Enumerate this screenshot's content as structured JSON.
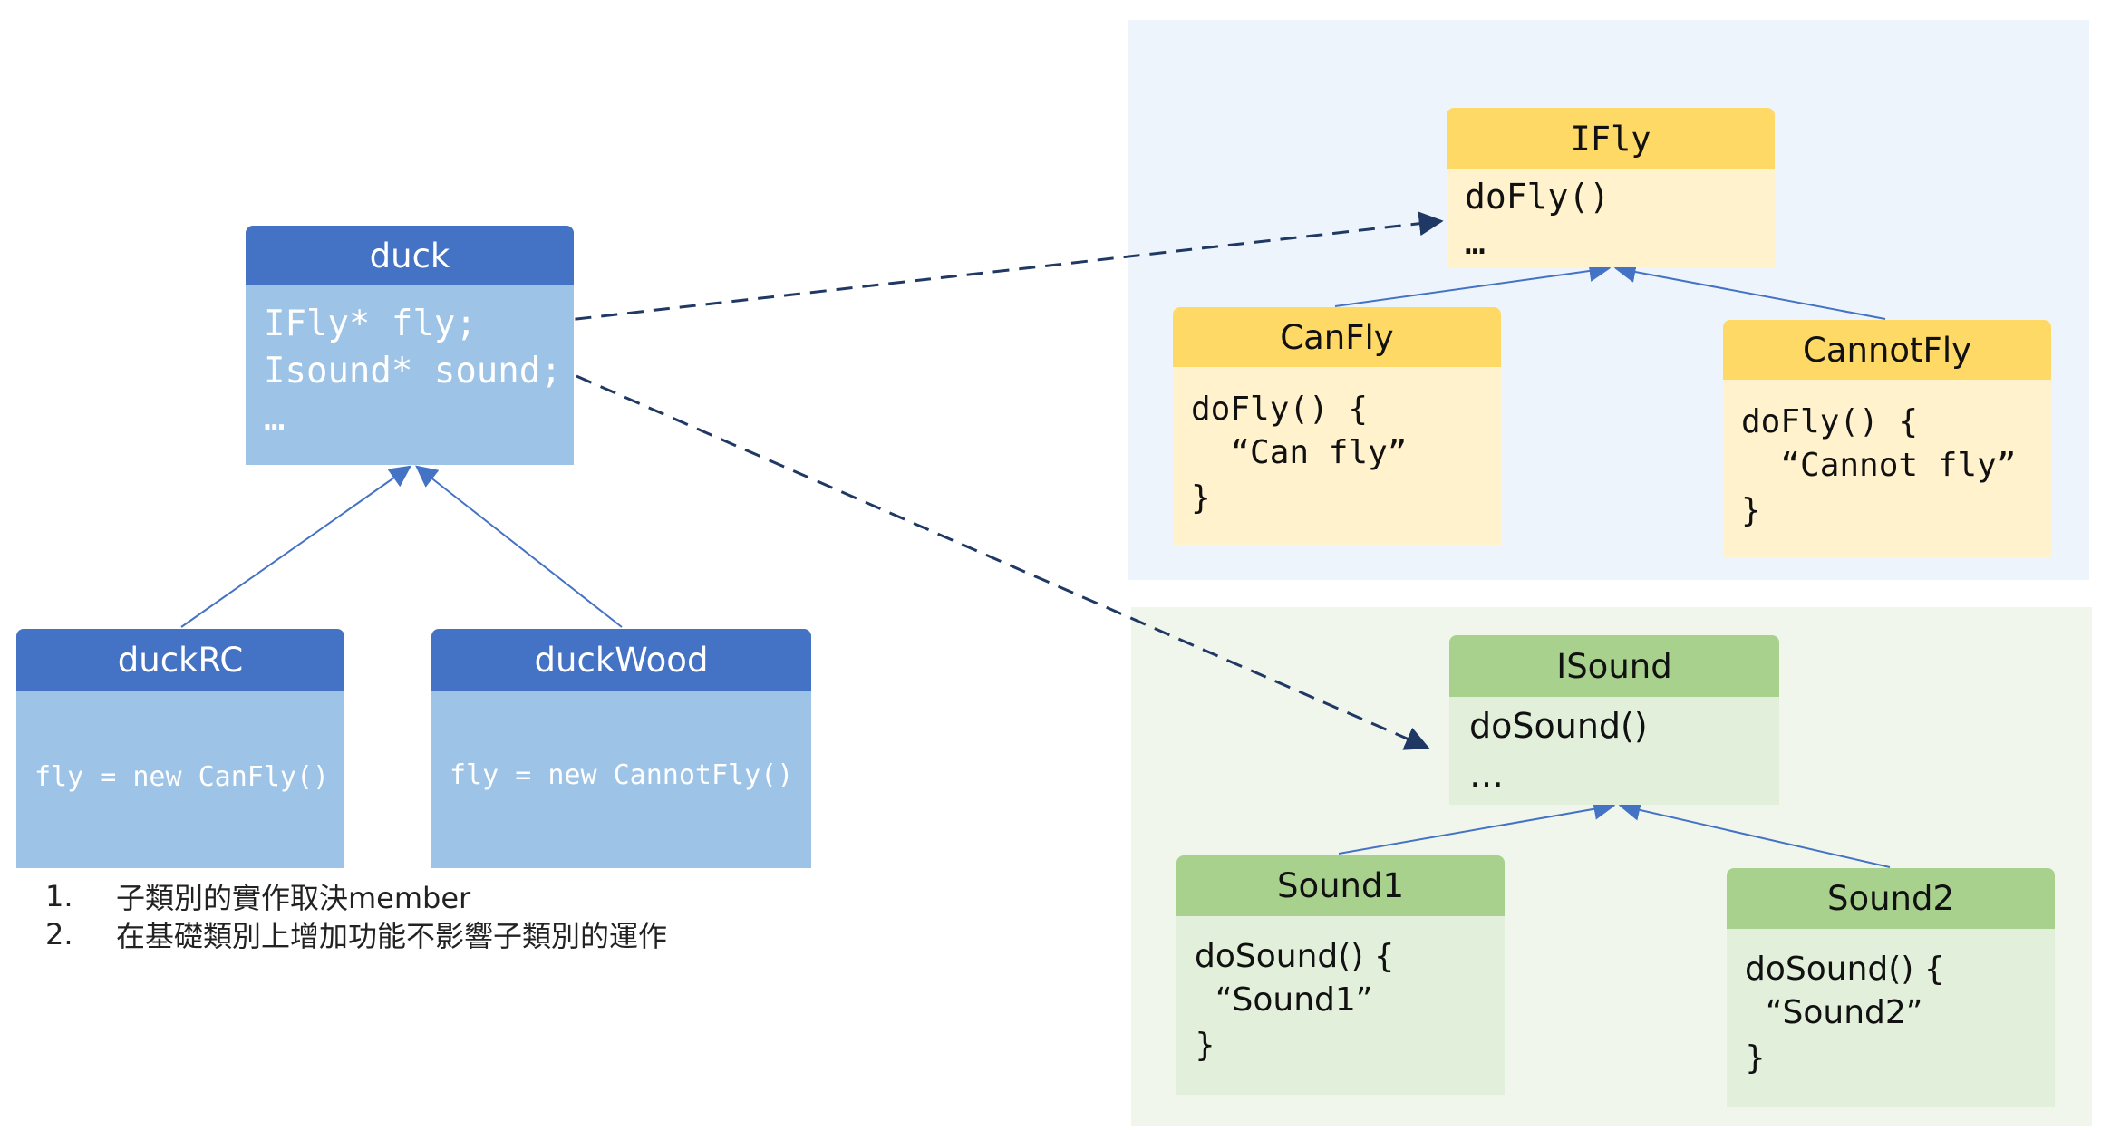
{
  "colors": {
    "blue_header": "#4472c4",
    "blue_body": "#9dc3e6",
    "yellow_header": "#ffd966",
    "yellow_body": "#fff2cc",
    "green_header": "#a9d18e",
    "green_body": "#e2efda",
    "connector": "#4472c4",
    "dashed_arrow": "#1f3864"
  },
  "duck": {
    "title": "duck",
    "lines": [
      "IFly* fly;",
      "Isound* sound;",
      "…"
    ]
  },
  "duckRC": {
    "title": "duckRC",
    "lines": [
      "fly = new CanFly()"
    ]
  },
  "duckWood": {
    "title": "duckWood",
    "lines": [
      "fly = new CannotFly()"
    ]
  },
  "ifly": {
    "title": "IFly",
    "lines": [
      "doFly()",
      "…"
    ]
  },
  "canfly": {
    "title": "CanFly",
    "lines": [
      "doFly() {",
      "  “Can fly”",
      "}"
    ]
  },
  "cannotfly": {
    "title": "CannotFly",
    "lines": [
      "doFly() {",
      "  “Cannot fly”",
      "}"
    ]
  },
  "isound": {
    "title": "ISound",
    "lines": [
      "doSound()",
      "…"
    ]
  },
  "sound1": {
    "title": "Sound1",
    "lines": [
      "doSound() {",
      "  “Sound1”",
      "}"
    ]
  },
  "sound2": {
    "title": "Sound2",
    "lines": [
      "doSound() {",
      "  “Sound2”",
      "}"
    ]
  },
  "notes": [
    {
      "num": "1.",
      "text": "子類別的實作取決member"
    },
    {
      "num": "2.",
      "text": "在基礎類別上增加功能不影響子類別的運作"
    }
  ]
}
